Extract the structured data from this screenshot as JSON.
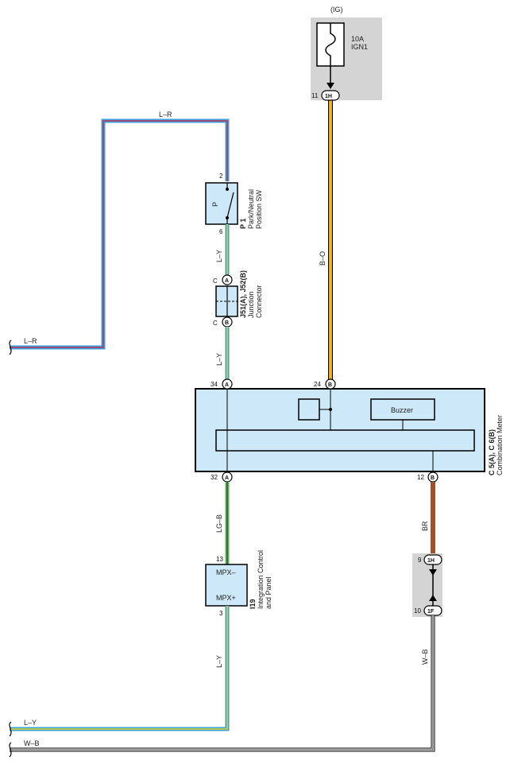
{
  "ig": {
    "label": "(IG)",
    "fuse_rating": "10A",
    "fuse_name": "IGN1"
  },
  "connectors": {
    "c1H_top": {
      "pin": "11",
      "code": "1H"
    },
    "cA24": {
      "pin": "24",
      "code": "B"
    },
    "cA34": {
      "pin": "34",
      "code": "A"
    },
    "cA32": {
      "pin": "32",
      "code": "A"
    },
    "cB12": {
      "pin": "12",
      "code": "B"
    },
    "c1H_mid": {
      "pin": "9",
      "code": "1H"
    },
    "c1F": {
      "pin": "10",
      "code": "1F"
    },
    "jc_top": {
      "pin": "C",
      "code": "A"
    },
    "jc_bot": {
      "pin": "C",
      "code": "B"
    }
  },
  "wires": {
    "lr_top": "L–R",
    "lr_left": "L–R",
    "ly_1": "L–Y",
    "ly_2": "L–Y",
    "bo": "B–O",
    "lgb": "LG–B",
    "br": "BR",
    "ly_3": "L–Y",
    "wb": "W–B",
    "ly_bottom": "L–Y",
    "wb_bottom": "W–B"
  },
  "park_switch": {
    "pin_top": "2",
    "pin_bottom": "6",
    "contact": "P",
    "code": "P 1",
    "name_line1": "Park/Neutral",
    "name_line2": "Position SW"
  },
  "junction": {
    "code": "J51(A), J52(B)",
    "name_line1": "Junction",
    "name_line2": "Connector"
  },
  "meter": {
    "code": "C 5(A), C 6(B)",
    "name": "Combination Meter",
    "buzzer": "Buzzer"
  },
  "integration": {
    "pin_top": "13",
    "pin_bottom": "3",
    "mpx_minus": "MPX–",
    "mpx_plus": "MPX+",
    "code": "I19",
    "name_line1": "Integration Control",
    "name_line2": "and Panel"
  },
  "colors": {
    "wire_ly_blue": "#3aa0d8",
    "wire_lr_red": "#c0305a",
    "wire_yellow": "#e8d820",
    "wire_orange": "#f0a020",
    "wire_brown": "#a0502a",
    "wire_green": "#5cb85c",
    "component_fill": "#cde8f8",
    "fuse_bg": "#d4d4d4"
  }
}
